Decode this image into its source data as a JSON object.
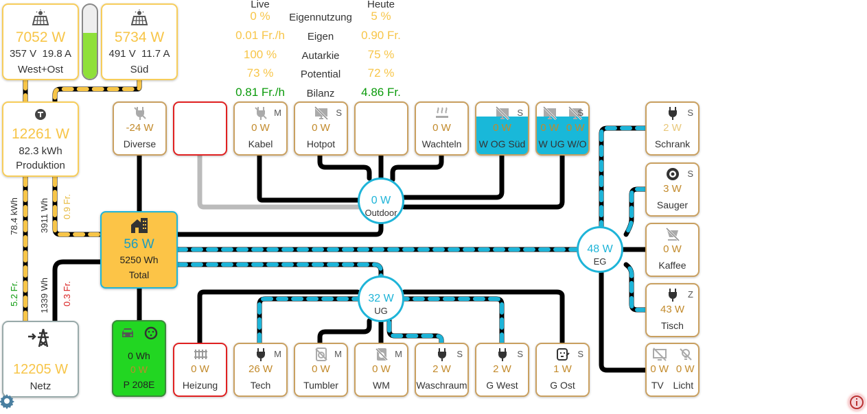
{
  "colors": {
    "accent": "#1eb4d8",
    "solar": "#f7c548",
    "value": "#c28a2b",
    "green": "#0a9a0a",
    "red": "#d81d1d",
    "battery": "#8fe03a",
    "car": "#22d622",
    "total": "#fcc447"
  },
  "solar": {
    "west": {
      "power": "7052 W",
      "volts": "357 V",
      "amps": "19.8 A",
      "label": "West+Ost"
    },
    "sued": {
      "power": "5734 W",
      "volts": "491 V",
      "amps": "11.7 A",
      "label": "Süd"
    },
    "battery_level": 0.62
  },
  "production": {
    "power": "12261 W",
    "energy": "82.3 kWh",
    "label": "Produktion"
  },
  "grid": {
    "power": "12205 W",
    "label": "Netz"
  },
  "total": {
    "power": "56 W",
    "energy": "5250 Wh",
    "label": "Total"
  },
  "car": {
    "energy": "0 Wh",
    "power": "0 W",
    "label": "P 208E"
  },
  "flows": {
    "prod_grid": "78.4 kWh",
    "prod_grid_price": "5.2 Fr.",
    "prod_total": "3911 Wh",
    "prod_total_price": "0.9 Fr.",
    "grid_total": "1339 Wh",
    "grid_total_price": "0.3 Fr."
  },
  "stats": {
    "live_header": "Live",
    "today_header": "Heute",
    "rows": [
      {
        "label": "Eigennutzung",
        "live": "0 %",
        "today": "5 %"
      },
      {
        "label": "Eigen",
        "live": "0.01 Fr./h",
        "today": "0.90 Fr."
      },
      {
        "label": "Autarkie",
        "live": "100 %",
        "today": "75 %"
      },
      {
        "label": "Potential",
        "live": "73 %",
        "today": "72 %"
      },
      {
        "label": "Bilanz",
        "live": "0.81 Fr./h",
        "today": "4.86 Fr."
      }
    ]
  },
  "top_row": [
    {
      "icon": "plug-off-icon",
      "value": "-24 W",
      "label": "Diverse",
      "tag": ""
    },
    {
      "icon": "",
      "value": "",
      "label": "",
      "tag": ""
    },
    {
      "icon": "plug-off-icon",
      "value": "0 W",
      "label": "Kabel",
      "tag": "M"
    },
    {
      "icon": "screen-off-icon",
      "value": "0 W",
      "label": "Hotpot",
      "tag": "S"
    },
    {
      "icon": "",
      "value": "",
      "label": "",
      "tag": ""
    },
    {
      "icon": "heat-off-icon",
      "value": "0 W",
      "label": "Wachteln",
      "tag": ""
    },
    {
      "icon": "screen-off-icon",
      "value": "0 W",
      "label": "W OG Süd",
      "tag": "S"
    },
    {
      "icon": "screen-off-icon",
      "value": "0 W",
      "value2": "0 W",
      "label": "W UG W/O",
      "tag": "S"
    }
  ],
  "outdoor": {
    "value": "0 W",
    "label": "Outdoor"
  },
  "ug": {
    "value": "32 W",
    "label": "UG"
  },
  "eg": {
    "value": "48 W",
    "label": "EG"
  },
  "bottom_row": [
    {
      "icon": "radiator-icon",
      "value": "0 W",
      "label": "Heizung",
      "tag": ""
    },
    {
      "icon": "plug-icon",
      "value": "26 W",
      "label": "Tech",
      "tag": "M"
    },
    {
      "icon": "tumbler-off-icon",
      "value": "0 W",
      "label": "Tumbler",
      "tag": "M"
    },
    {
      "icon": "washer-off-icon",
      "value": "0 W",
      "label": "WM",
      "tag": "M"
    },
    {
      "icon": "plug-icon",
      "value": "2 W",
      "label": "Waschraum",
      "tag": "S"
    },
    {
      "icon": "plug-icon",
      "value": "2 W",
      "label": "G West",
      "tag": "S"
    },
    {
      "icon": "outlet-icon",
      "value": "1 W",
      "label": "G Ost",
      "tag": "S"
    }
  ],
  "right_col": [
    {
      "icon": "plug-icon",
      "value": "2 W",
      "label": "Schrank",
      "tag": "S"
    },
    {
      "icon": "vacuum-icon",
      "value": "3 W",
      "label": "Sauger",
      "tag": "S"
    },
    {
      "icon": "coffee-off-icon",
      "value": "0 W",
      "label": "Kaffee",
      "tag": ""
    },
    {
      "icon": "plug-icon",
      "value": "43 W",
      "label": "Tisch",
      "tag": "Z"
    },
    {
      "icon": "tv-off-icon",
      "value": "0 W",
      "value2": "0 W",
      "label": "TV",
      "label2": "Licht",
      "tag": ""
    }
  ]
}
